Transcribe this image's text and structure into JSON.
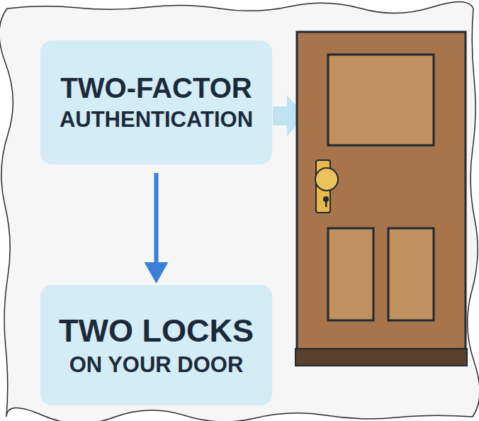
{
  "diagram": {
    "nodes": [
      {
        "text": [
          "TWO-FACTOR",
          "AUTHENTICATION"
        ]
      },
      {
        "text": [
          "TWO LOCKS",
          "ON YOUR DOOR"
        ]
      }
    ],
    "edges": [
      {
        "from": 0,
        "to": 1,
        "arrow": "to"
      }
    ]
  }
}
